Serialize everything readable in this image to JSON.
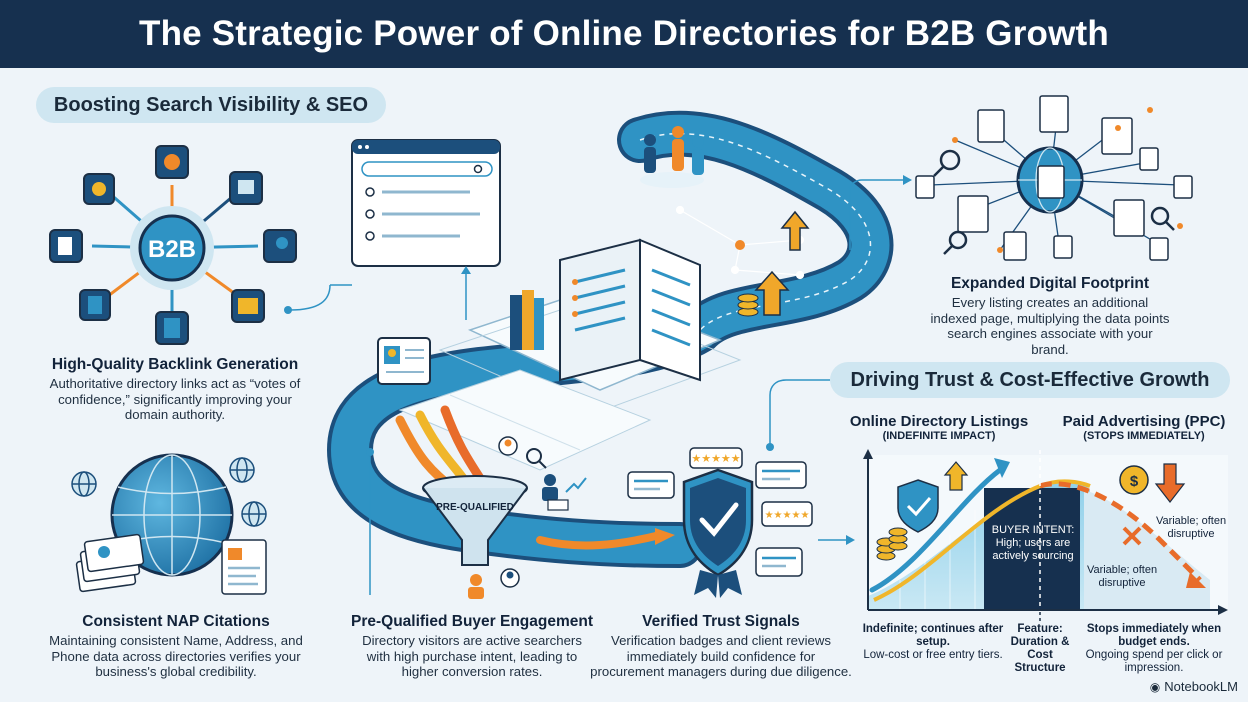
{
  "title": "The Strategic Power of Online Directories for B2B Growth",
  "section_seo": "Boosting Search Visibility & SEO",
  "section_trust": "Driving Trust & Cost-Effective Growth",
  "hub_label": "B2B",
  "funnel_label": "PRE-QUALIFIED",
  "backlink": {
    "title": "High-Quality Backlink Generation",
    "text": "Authoritative directory links act as “votes of confidence,” significantly improving your domain authority."
  },
  "nap": {
    "title": "Consistent NAP Citations",
    "text": "Maintaining consistent Name, Address, and Phone data across directories verifies your business's global credibility."
  },
  "buyer": {
    "title": "Pre-Qualified Buyer Engagement",
    "text": "Directory visitors are active searchers with high purchase intent, leading to higher conversion rates."
  },
  "trust": {
    "title": "Verified Trust Signals",
    "text": "Verification badges and client reviews immediately build confidence for procurement managers during due diligence."
  },
  "footprint": {
    "title": "Expanded Digital Footprint",
    "text": "Every listing creates an additional indexed page, multiplying the data points search engines associate with your brand."
  },
  "comparison": {
    "left_title": "Online Directory Listings",
    "left_sub": "(INDEFINITE IMPACT)",
    "right_title": "Paid Advertising (PPC)",
    "right_sub": "(STOPS IMMEDIATELY)",
    "intent_title": "BUYER INTENT:",
    "intent_text": "High; users are actively sourcing",
    "variable_top": "Variable; often disruptive",
    "variable_mid": "Variable; often disruptive",
    "left_caption_bold": "Indefinite; continues after setup.",
    "left_caption": "Low-cost or free entry tiers.",
    "feature_caption": "Feature: Duration & Cost Structure",
    "right_caption_bold": "Stops immediately when budget ends.",
    "right_caption": "Ongoing spend per click or impression."
  },
  "brand": "NotebookLM",
  "colors": {
    "navy": "#16304f",
    "teal": "#1f7fae",
    "orange": "#f0892a",
    "pill": "#cfe6f1"
  }
}
